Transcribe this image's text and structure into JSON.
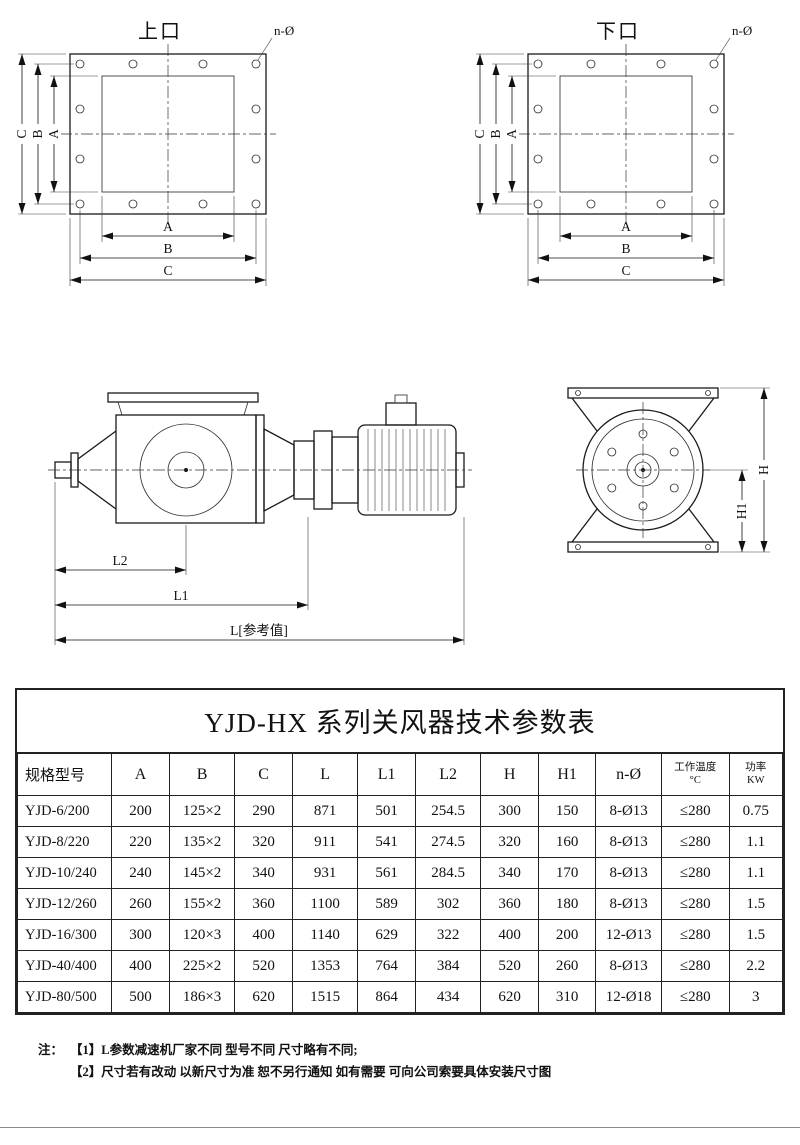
{
  "drawing_top_left": {
    "title": "上口",
    "hole_label": "n-Ø",
    "dims": {
      "a": "A",
      "b": "B",
      "c": "C"
    }
  },
  "drawing_top_right": {
    "title": "下口",
    "hole_label": "n-Ø",
    "dims": {
      "a": "A",
      "b": "B",
      "c": "C"
    }
  },
  "drawing_side": {
    "dim_l2": "L2",
    "dim_l1": "L1",
    "dim_l": "L[参考值]"
  },
  "drawing_end": {
    "dim_h": "H",
    "dim_h1": "H1"
  },
  "table": {
    "title": "YJD-HX 系列关风器技术参数表",
    "headers": [
      {
        "label": "规格型号"
      },
      {
        "label": "A"
      },
      {
        "label": "B"
      },
      {
        "label": "C"
      },
      {
        "label": "L"
      },
      {
        "label": "L1"
      },
      {
        "label": "L2"
      },
      {
        "label": "H"
      },
      {
        "label": "H1"
      },
      {
        "label": "n-Ø"
      },
      {
        "label": "工作温度",
        "sub": "°C"
      },
      {
        "label": "功率",
        "sub": "KW"
      }
    ],
    "rows": [
      [
        "YJD-6/200",
        "200",
        "125×2",
        "290",
        "871",
        "501",
        "254.5",
        "300",
        "150",
        "8-Ø13",
        "≤280",
        "0.75"
      ],
      [
        "YJD-8/220",
        "220",
        "135×2",
        "320",
        "911",
        "541",
        "274.5",
        "320",
        "160",
        "8-Ø13",
        "≤280",
        "1.1"
      ],
      [
        "YJD-10/240",
        "240",
        "145×2",
        "340",
        "931",
        "561",
        "284.5",
        "340",
        "170",
        "8-Ø13",
        "≤280",
        "1.1"
      ],
      [
        "YJD-12/260",
        "260",
        "155×2",
        "360",
        "1100",
        "589",
        "302",
        "360",
        "180",
        "8-Ø13",
        "≤280",
        "1.5"
      ],
      [
        "YJD-16/300",
        "300",
        "120×3",
        "400",
        "1140",
        "629",
        "322",
        "400",
        "200",
        "12-Ø13",
        "≤280",
        "1.5"
      ],
      [
        "YJD-40/400",
        "400",
        "225×2",
        "520",
        "1353",
        "764",
        "384",
        "520",
        "260",
        "8-Ø13",
        "≤280",
        "2.2"
      ],
      [
        "YJD-80/500",
        "500",
        "186×3",
        "620",
        "1515",
        "864",
        "434",
        "620",
        "310",
        "12-Ø18",
        "≤280",
        "3"
      ]
    ]
  },
  "notes": {
    "prefix": "注：",
    "items": [
      "【1】L参数减速机厂家不同 型号不同 尺寸略有不同;",
      "【2】尺寸若有改动 以新尺寸为准 恕不另行通知 如有需要 可向公司索要具体安装尺寸图"
    ]
  }
}
